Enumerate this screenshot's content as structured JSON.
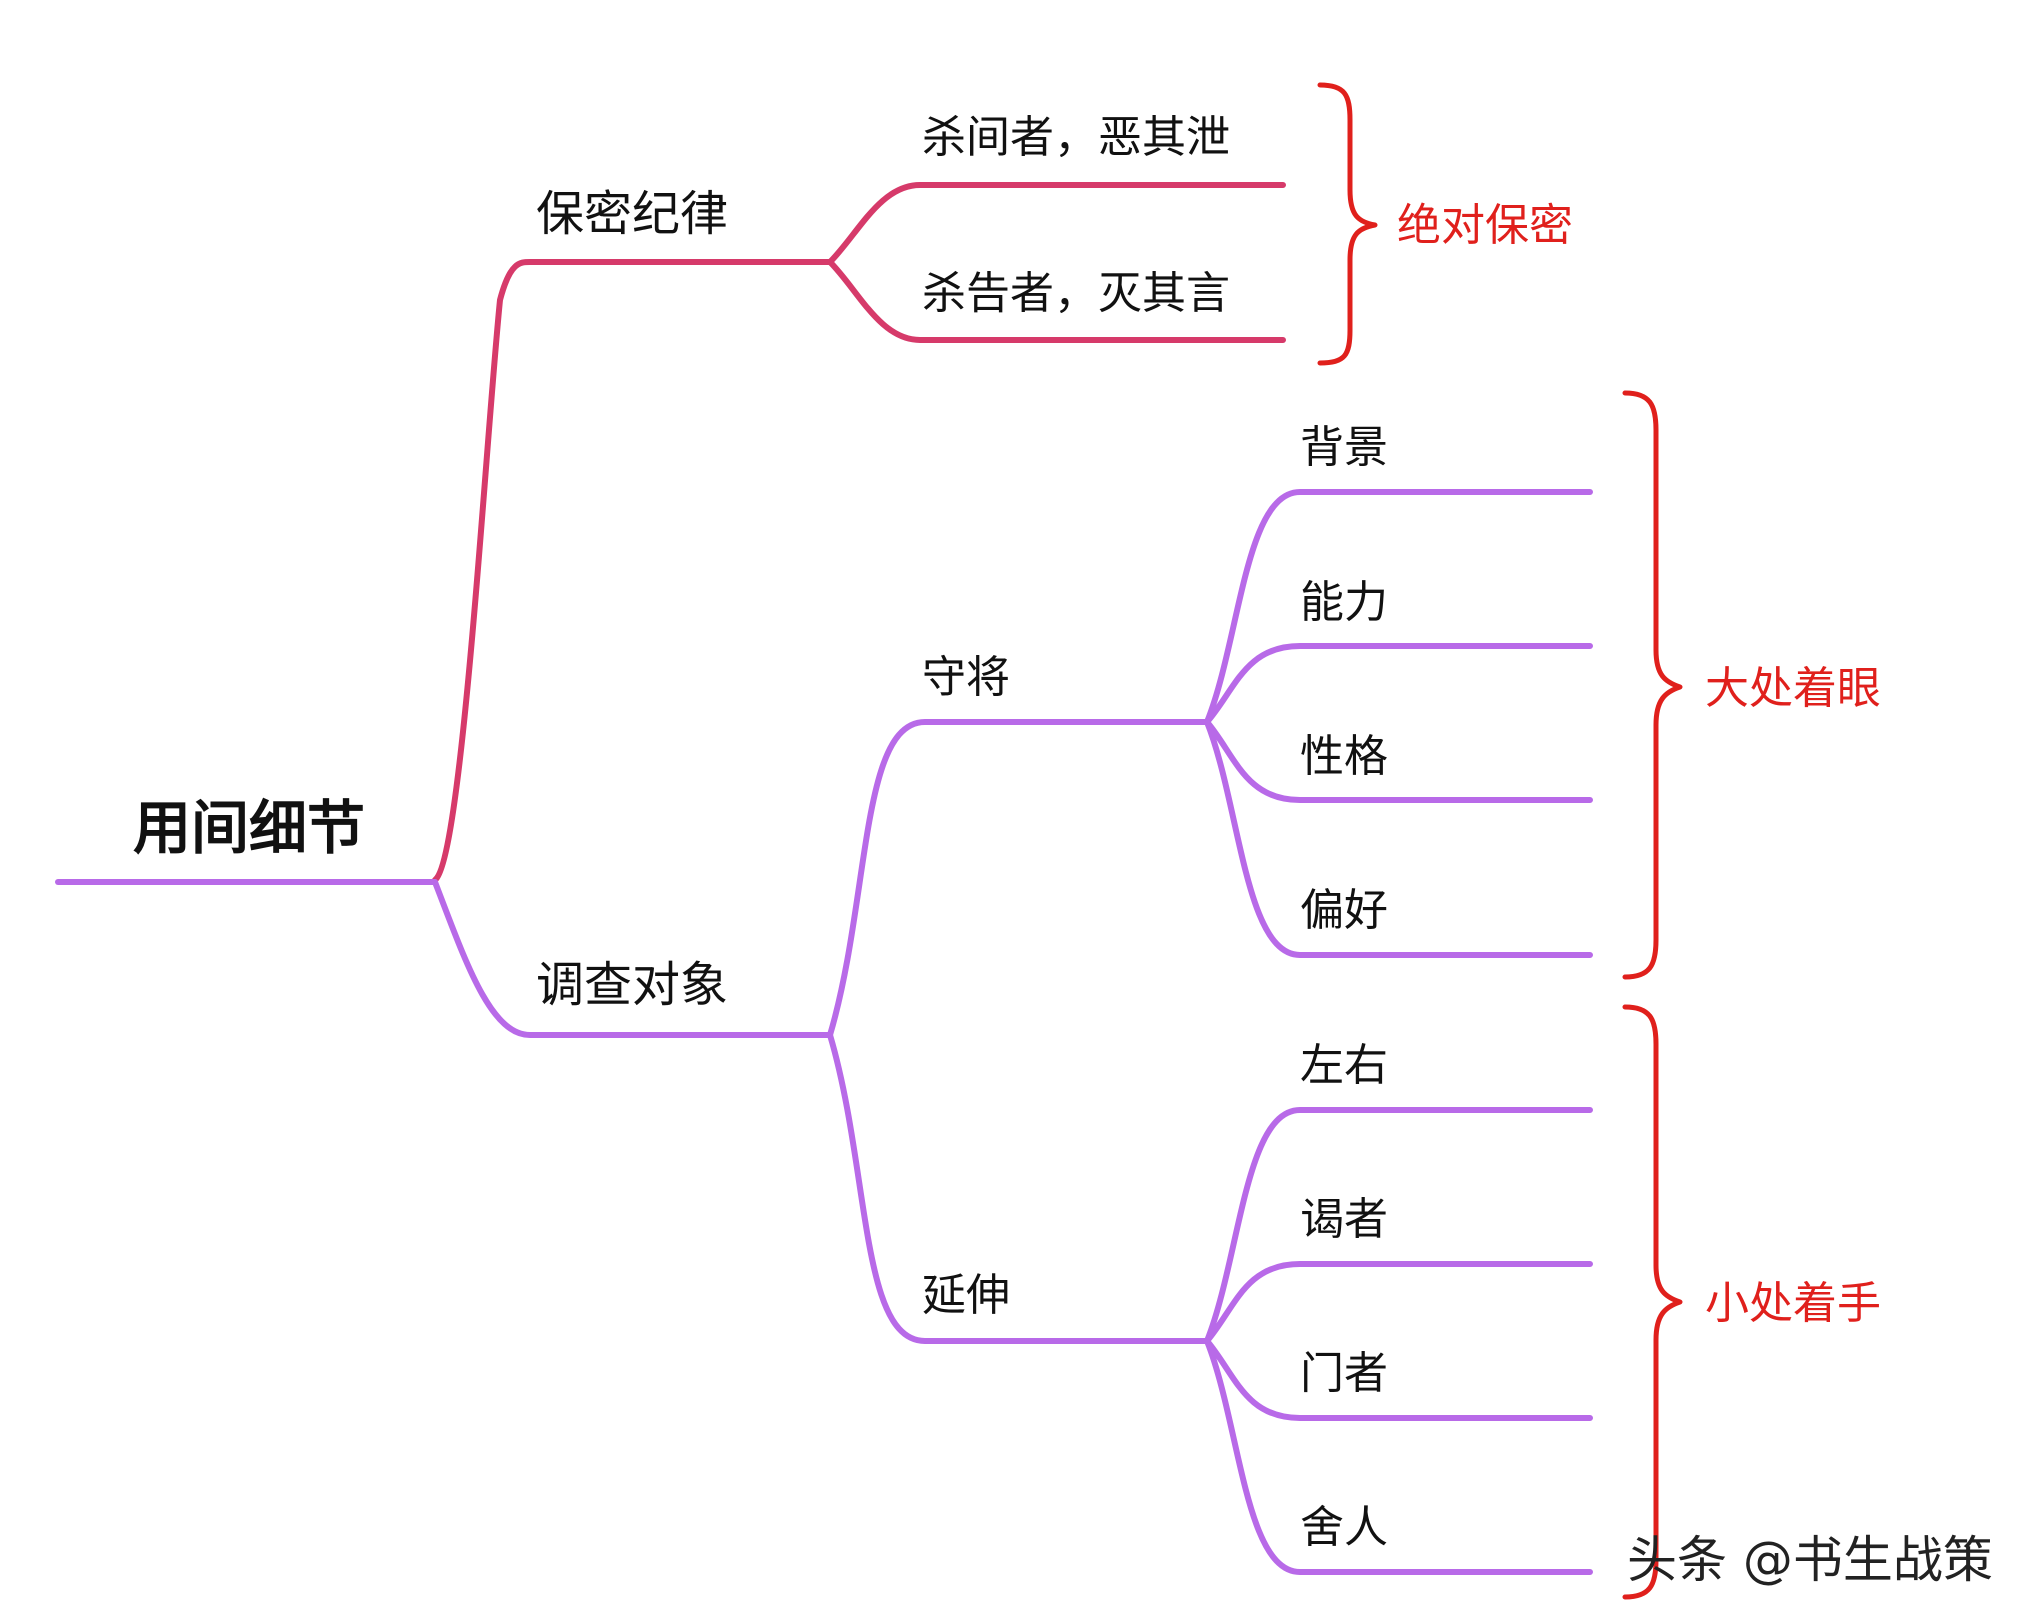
{
  "root": {
    "label": "用间细节"
  },
  "branches": [
    {
      "label": "保密纪律",
      "color": "#d63a6a",
      "children": [
        {
          "label": "杀间者，恶其泄"
        },
        {
          "label": "杀告者，灭其言"
        }
      ],
      "annotation": {
        "label": "绝对保密",
        "color": "#e0201c"
      }
    },
    {
      "label": "调查对象",
      "color": "#b86ae8",
      "children": [
        {
          "label": "守将",
          "children": [
            {
              "label": "背景"
            },
            {
              "label": "能力"
            },
            {
              "label": "性格"
            },
            {
              "label": "偏好"
            }
          ],
          "annotation": {
            "label": "大处着眼",
            "color": "#e0201c"
          }
        },
        {
          "label": "延伸",
          "children": [
            {
              "label": "左右"
            },
            {
              "label": "谒者"
            },
            {
              "label": "门者"
            },
            {
              "label": "舍人"
            }
          ],
          "annotation": {
            "label": "小处着手",
            "color": "#e0201c"
          }
        }
      ]
    }
  ],
  "watermark": {
    "label": "头条 @书生战策"
  }
}
